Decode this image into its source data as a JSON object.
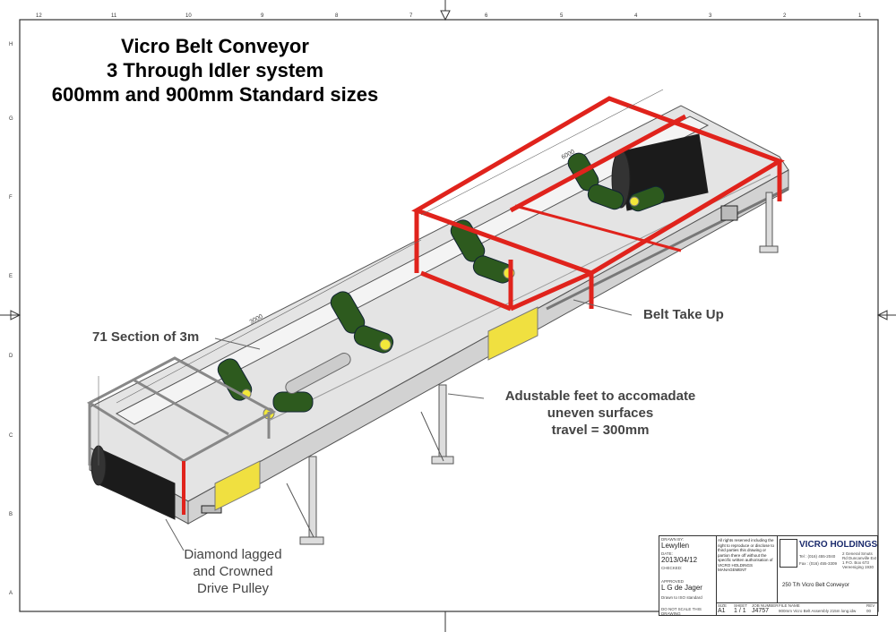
{
  "title": {
    "line1": "Vicro Belt Conveyor",
    "line2": "3 Through Idler system",
    "line3": "600mm and 900mm Standard sizes"
  },
  "annotations": {
    "section": "71 Section of 3m",
    "take_up": "Belt Take Up",
    "feet_1": "Adustable feet to accomadate",
    "feet_2": "uneven surfaces",
    "feet_3": "travel = 300mm",
    "pulley_1": "Diamond lagged",
    "pulley_2": "and Crowned",
    "pulley_3": "Drive Pulley",
    "dim_6000": "6000",
    "dim_3000": "3000"
  },
  "border": {
    "columns": [
      "12",
      "11",
      "10",
      "9",
      "8",
      "7",
      "6",
      "5",
      "4",
      "3",
      "2",
      "1"
    ],
    "rows": [
      "H",
      "G",
      "F",
      "E",
      "D",
      "C",
      "B",
      "A"
    ]
  },
  "title_block": {
    "drawn_by_label": "DRAWN BY:",
    "drawn_by": "Lewyllen",
    "date_label": "DATE:",
    "date": "2013/04/12",
    "checked_label": "CHECKED:",
    "approved_label": "APPROVED",
    "approved": "L G de Jager",
    "standard": "Drawn to ISO standard",
    "rights": "All rights reserved including the right to reproduce or disclose to third parties this drawing or partion there off without the specific written authorisation of VICRO HOLDINGS MANAGEMENT",
    "company": "VICRO HOLDINGS",
    "tel": "Tel : (016) 455-2040",
    "fax": "Fax : (016) 455-3309",
    "address": "2 General Smuts Rd Duncanville Ext 1 P.O. Box 673 Vereeniging 1930",
    "drawing_title": "250 T/h Vicro Belt Conveyor",
    "no_scale": "DO NOT SCALE THIS DRAWING",
    "size_label": "SIZE",
    "size": "A1",
    "sheet_label": "SHEET",
    "sheet": "1 / 1",
    "job_label": "JOB NUMBER",
    "job": "J4757",
    "file_label": "FILE NAME",
    "file": "900mm Vicro Belt Assembly 215m long.idw",
    "rev_label": "REV",
    "rev": "00"
  }
}
